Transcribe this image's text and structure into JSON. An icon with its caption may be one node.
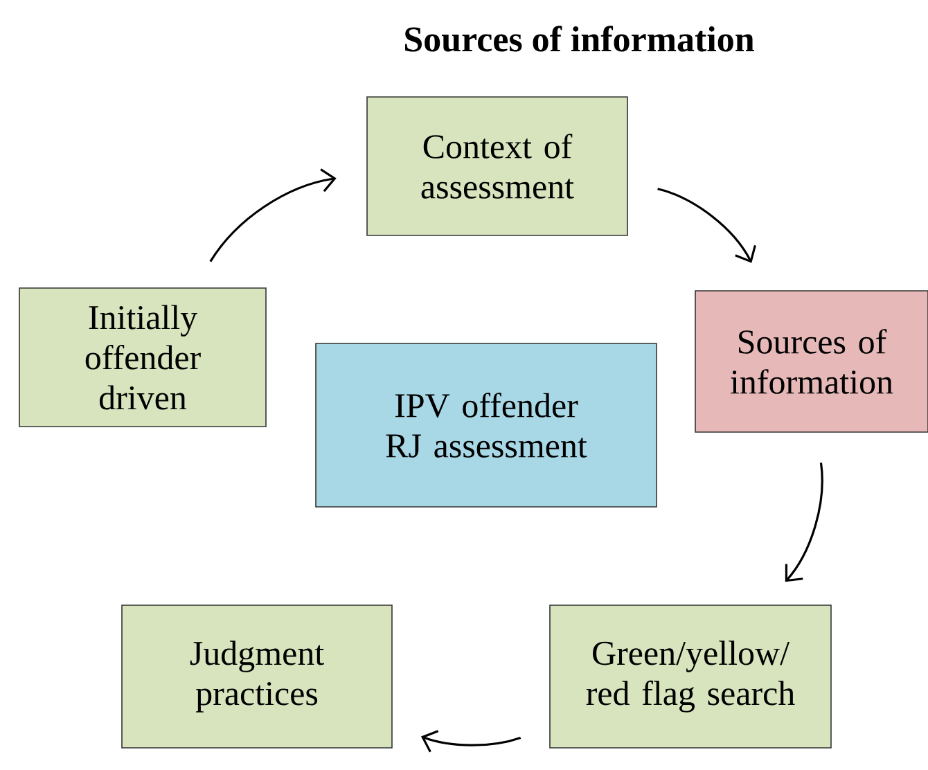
{
  "diagram": {
    "title": "Sources of information",
    "nodes": [
      {
        "text": [
          "Initially offender driven"
        ]
      },
      {
        "text": [
          "Context of assessment"
        ]
      },
      {
        "text": [
          "Sources of information"
        ]
      },
      {
        "text": [
          "IPV offender RJ assessment"
        ]
      },
      {
        "text": [
          "Green/yellow/ red flag search"
        ]
      },
      {
        "text": [
          "Judgment practices"
        ]
      }
    ],
    "edges": [
      {
        "from": 0,
        "to": 1,
        "arrow": "to"
      },
      {
        "from": 1,
        "to": 2,
        "arrow": "to"
      },
      {
        "from": 2,
        "to": 4,
        "arrow": "to"
      },
      {
        "from": 4,
        "to": 5,
        "arrow": "to"
      }
    ]
  }
}
